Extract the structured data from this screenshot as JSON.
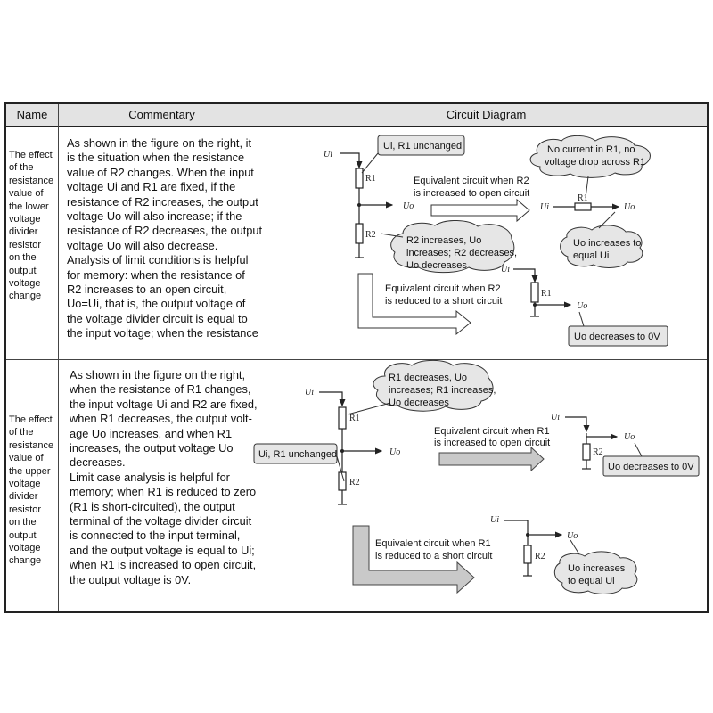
{
  "header": {
    "name": "Name",
    "commentary": "Commentary",
    "diagram": "Circuit Diagram"
  },
  "rows": [
    {
      "name_lines": [
        "The effect",
        "of the",
        "resistance",
        "value of",
        "the lower",
        "voltage",
        "divider",
        "resistor",
        "on the",
        "output",
        "voltage",
        "change"
      ],
      "commentary_lines": [
        "As shown in the figure on the right, it",
        "is the situation when the resistance",
        "value of R2 changes. When the input",
        "voltage Ui and R1 are fixed, if the",
        "resistance of R2 increases, the output",
        "voltage Uo will also increase; if the",
        "resistance of R2 decreases, the output",
        "voltage Uo will also decrease.",
        "Analysis of limit conditions is helpful",
        "for memory: when the resistance of",
        "R2 increases to an open circuit,",
        "Uo=Ui, that is, the output voltage of",
        "the voltage divider circuit is equal to",
        "the input voltage; when the resistance"
      ],
      "diagram": {
        "callout_unchanged": "Ui, R1 unchanged",
        "cloud_no_current": [
          "No current in R1, no",
          "voltage drop across R1"
        ],
        "open_label": [
          "Equivalent circuit when R2",
          "is increased to open circuit"
        ],
        "cloud_changes": [
          "R2 increases, Uo",
          "increases; R2 decreases,",
          "Uo decreases"
        ],
        "cloud_result": [
          "Uo increases to",
          "equal Ui"
        ],
        "short_label": [
          "Equivalent circuit when R2",
          "is reduced to a short circuit"
        ],
        "box_result": "Uo decreases to 0V"
      }
    },
    {
      "name_lines": [
        "The effect",
        "of the",
        "resistance",
        "value of",
        "the upper",
        "voltage",
        "divider",
        "resistor",
        "on the",
        "output",
        "voltage",
        "change"
      ],
      "commentary_lines": [
        "As shown in the figure on the right,",
        "when the resistance of R1 changes,",
        "the input voltage Ui and R2 are fixed,",
        "when R1 decreases, the output volt-",
        "age Uo increases, and when R1",
        "increases, the output voltage Uo",
        "decreases.",
        "Limit case analysis is helpful for",
        "memory; when R1 is reduced to zero",
        "(R1 is short-circuited), the output",
        "terminal of the voltage divider circuit",
        "is connected to the input terminal,",
        "and the output voltage is equal to Ui;",
        "when R1 is increased to open circuit,",
        "the output voltage is 0V."
      ],
      "diagram": {
        "cloud_changes": [
          "R1 decreases, Uo",
          "increases; R1 increases,",
          "Uo decreases"
        ],
        "callout_unchanged": "Ui, R1 unchanged",
        "open_label": [
          "Equivalent circuit when R1",
          "is increased to open circuit"
        ],
        "box_result": "Uo decreases to 0V",
        "short_label": [
          "Equivalent circuit when R1",
          "is reduced to a short circuit"
        ],
        "cloud_result": [
          "Uo increases",
          "to equal Ui"
        ]
      }
    }
  ],
  "symbols": {
    "ui": "Ui",
    "uo": "Uo",
    "r1": "R1",
    "r2": "R2"
  }
}
